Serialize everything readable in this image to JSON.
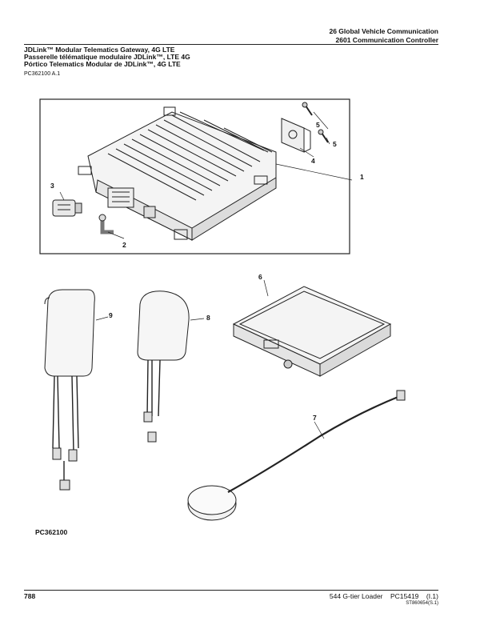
{
  "header": {
    "section": "26 Global Vehicle Communication",
    "subsection": "2601 Communication Controller"
  },
  "titles": [
    "JDLink™ Modular Telematics Gateway, 4G LTE",
    "Passerelle télématique modulaire JDLink™, LTE 4G",
    "Pórtico Telematics Modular de JDLink™, 4G LTE"
  ],
  "figure_ref": "PC362100 A.1",
  "callouts": [
    "1",
    "2",
    "3",
    "4",
    "5",
    "5",
    "6",
    "7",
    "8",
    "9"
  ],
  "figure_id": "PC362100",
  "footer": {
    "page_number": "788",
    "machine": "544 G-tier Loader",
    "publication": "PC15419",
    "revision": "(I.1)",
    "code": "ST860654(S.1)"
  }
}
